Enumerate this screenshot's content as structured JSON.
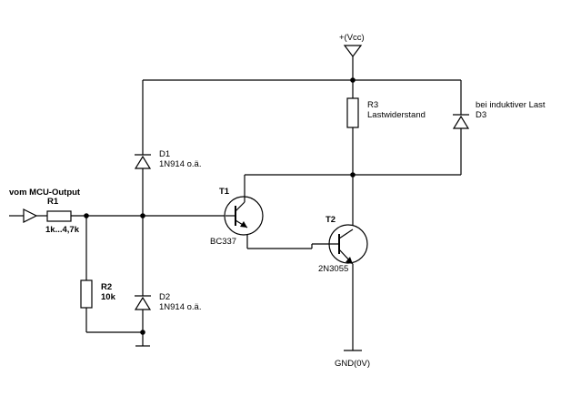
{
  "diagram": {
    "vcc_label": "+(Vcc)",
    "gnd_label": "GND(0V)",
    "input_label": "vom MCU-Output",
    "components": {
      "r1": {
        "name": "R1",
        "value": "1k...4,7k"
      },
      "r2": {
        "name": "R2",
        "value": "10k"
      },
      "r3": {
        "name": "R3",
        "value": "Lastwiderstand"
      },
      "d1": {
        "name": "D1",
        "value": "1N914 o.ä."
      },
      "d2": {
        "name": "D2",
        "value": "1N914 o.ä."
      },
      "d3": {
        "name": "D3",
        "note": "bei induktiver Last"
      },
      "t1": {
        "name": "T1",
        "value": "BC337"
      },
      "t2": {
        "name": "T2",
        "value": "2N3055"
      }
    }
  }
}
